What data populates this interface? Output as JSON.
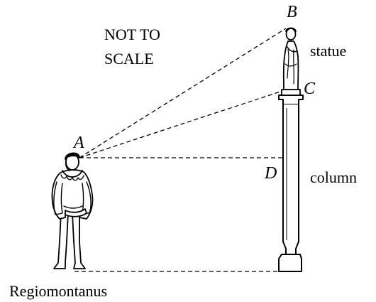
{
  "note": {
    "line1": "NOT TO",
    "line2": "SCALE"
  },
  "points": {
    "a": "A",
    "b": "B",
    "c": "C",
    "d": "D"
  },
  "labels": {
    "statue": "statue",
    "column": "column",
    "person": "Regiomontanus"
  },
  "colors": {
    "ink": "#000000",
    "background": "#ffffff"
  }
}
